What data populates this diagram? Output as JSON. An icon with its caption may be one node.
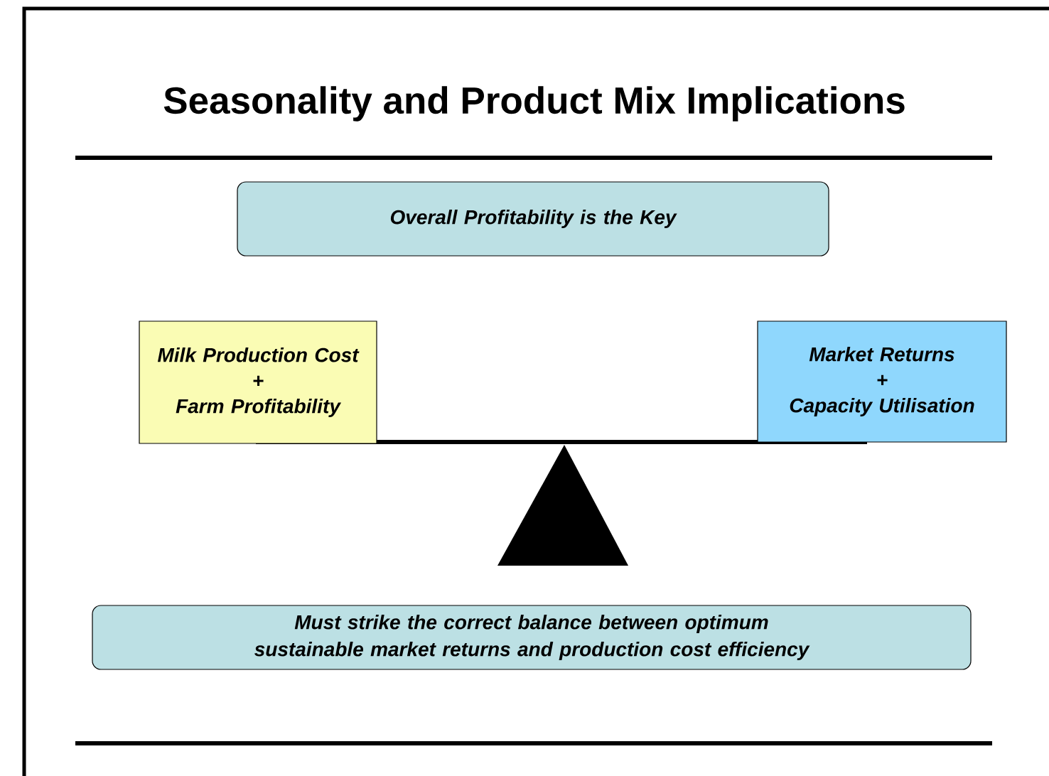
{
  "diagram": {
    "title": "Seasonality and Product Mix Implications",
    "nodes": [
      {
        "text": [
          "Overall Profitability is the Key"
        ]
      },
      {
        "text": [
          "Milk Production Cost",
          "+",
          "Farm Profitability"
        ]
      },
      {
        "text": [
          "Market Returns",
          "+",
          "Capacity Utilisation"
        ]
      },
      {
        "text": [
          "Must strike the correct balance between optimum sustainable market returns and production cost efficiency"
        ]
      }
    ]
  }
}
